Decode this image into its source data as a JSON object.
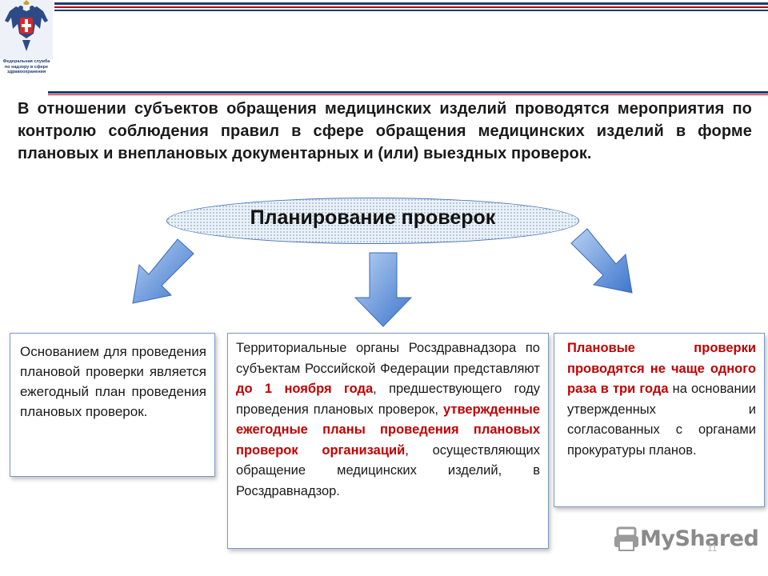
{
  "header": {
    "logo_caption": "Федеральная служба по надзору в сфере здравоохранения",
    "stripe_colors": [
      "#1f3a6e",
      "#c00000",
      "#1f3a6e"
    ]
  },
  "intro_text": "В отношении субъектов обращения медицинских изделий проводятся мероприятия по контролю соблюдения правил в сфере обращения медицинских изделий в форме плановых и внеплановых документарных и (или) выездных проверок.",
  "center_title": "Планирование проверок",
  "boxes": {
    "left": {
      "text": "Основанием для проведения плановой проверки является ежегодный план проведения плановых проверок."
    },
    "middle": {
      "part1": "Территориальные органы Росздравнадзора по субъектам Российской Федерации представляют ",
      "red1": "до 1 ноября года",
      "part2": ", предшествующего году проведения плановых проверок, ",
      "red2": "утвержденные ежегодные планы проведения плановых проверок организаций",
      "part3": ", осуществляющих обращение медицинских изделий, в Росздравнадзор."
    },
    "right": {
      "red1": "Плановые проверки проводятся не чаще одного раза в три года",
      "part2": " на основании утвержденных и согласованных с органами прокуратуры планов."
    }
  },
  "watermark": {
    "brand": "MyShared",
    "page_number": "11"
  },
  "colors": {
    "accent_red": "#c00000",
    "arrow_blue": "#4f86d6",
    "box_border": "#7c98c4"
  },
  "icons": {
    "logo": "emblem-eagle-icon",
    "arrow_left": "arrow-down-left-icon",
    "arrow_center": "arrow-down-icon",
    "arrow_right": "arrow-down-right-icon",
    "watermark": "myshared-logo-icon"
  }
}
